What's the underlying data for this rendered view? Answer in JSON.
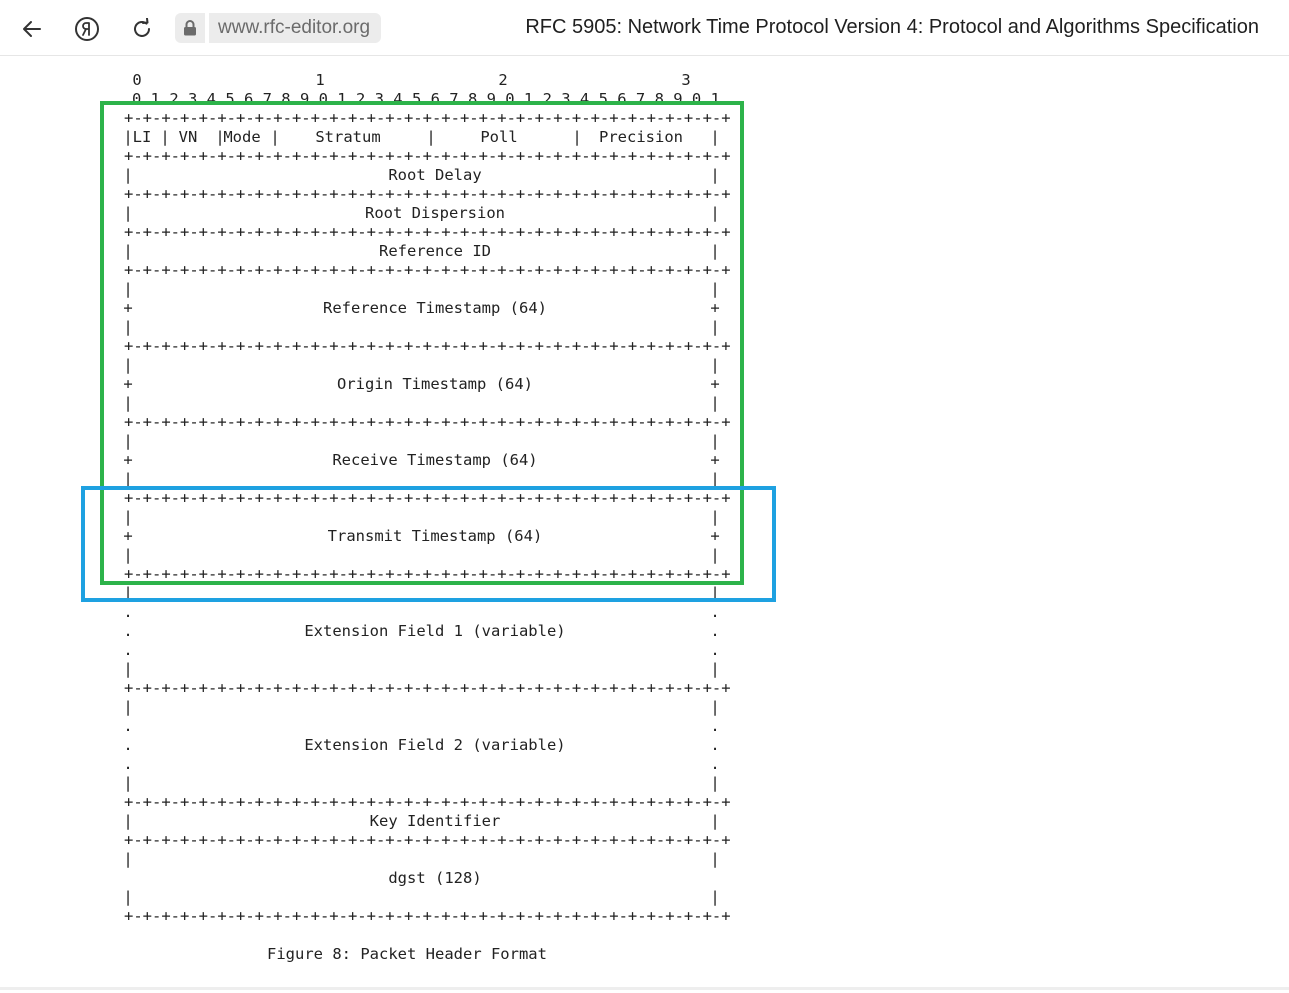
{
  "browser": {
    "url": "www.rfc-editor.org",
    "page_title": "RFC 5905: Network Time Protocol Version 4: Protocol and Algorithms Specification"
  },
  "diagram": {
    "bit_tens": [
      "0",
      "1",
      "2",
      "3"
    ],
    "bit_units": "0 1 2 3 4 5 6 7 8 9 0 1 2 3 4 5 6 7 8 9 0 1 2 3 4 5 6 7 8 9 0 1",
    "first_row_fields": [
      "LI",
      "VN",
      "Mode",
      "Stratum",
      "Poll",
      "Precision"
    ],
    "fields": [
      "Root Delay",
      "Root Dispersion",
      "Reference ID",
      "Reference Timestamp (64)",
      "Origin Timestamp (64)",
      "Receive Timestamp (64)",
      "Transmit Timestamp (64)",
      "Extension Field 1 (variable)",
      "Extension Field 2 (variable)",
      "Key Identifier",
      "dgst (128)"
    ],
    "caption": "Figure 8: Packet Header Format",
    "highlight_colors": {
      "green": "#2db34a",
      "blue": "#1ea1e1"
    }
  }
}
